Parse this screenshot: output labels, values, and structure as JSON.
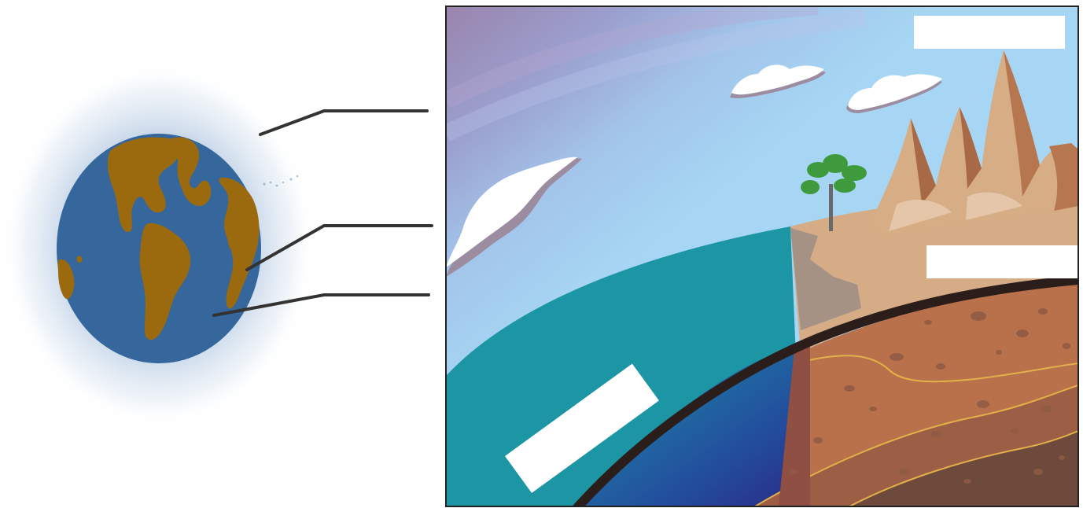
{
  "diagram": {
    "globe": {
      "ocean_color": "#35679c",
      "land_color": "#9b6a0e",
      "halo_color": "#9fb8d6"
    },
    "leader_lines": [
      {
        "target": "atmosphere"
      },
      {
        "target": "land"
      },
      {
        "target": "ocean"
      }
    ],
    "cross_section": {
      "sky_color": "#a6d6f3",
      "upper_sky_color": "#9a84ad",
      "ocean_color": "#1c95a5",
      "deep_ocean_color": "#21328f",
      "rock_color": "#b8714a",
      "deep_rock_color": "#6d4a3c",
      "land_color": "#d5ac86",
      "crust_line_color": "#2b1d1a"
    },
    "blank_labels": [
      {
        "position": "top-right",
        "text": ""
      },
      {
        "position": "right",
        "text": ""
      },
      {
        "position": "bottom-left",
        "text": ""
      }
    ]
  }
}
